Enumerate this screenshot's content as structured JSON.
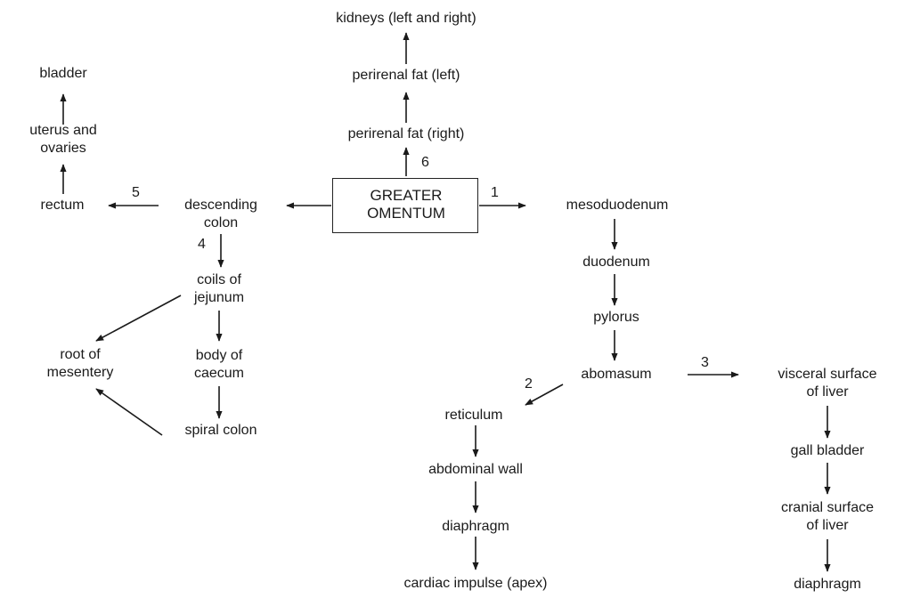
{
  "center": {
    "line1": "GREATER",
    "line2": "OMENTUM"
  },
  "nodes": {
    "kidneys": "kidneys (left and right)",
    "perirenal_left": "perirenal fat (left)",
    "perirenal_right": "perirenal fat (right)",
    "bladder": "bladder",
    "uterus_line1": "uterus and",
    "uterus_line2": "ovaries",
    "rectum": "rectum",
    "descending_line1": "descending",
    "descending_line2": "colon",
    "jejunum_line1": "coils of",
    "jejunum_line2": "jejunum",
    "caecum_line1": "body of",
    "caecum_line2": "caecum",
    "spiral_colon": "spiral colon",
    "mesentery_line1": "root of",
    "mesentery_line2": "mesentery",
    "mesoduodenum": "mesoduodenum",
    "duodenum": "duodenum",
    "pylorus": "pylorus",
    "abomasum": "abomasum",
    "reticulum": "reticulum",
    "abdominal_wall": "abdominal wall",
    "diaphragm_mid": "diaphragm",
    "cardiac_impulse": "cardiac impulse (apex)",
    "visceral_line1": "visceral surface",
    "visceral_line2": "of liver",
    "gall_bladder": "gall bladder",
    "cranial_line1": "cranial surface",
    "cranial_line2": "of liver",
    "diaphragm_right": "diaphragm"
  },
  "steps": {
    "s1": "1",
    "s2": "2",
    "s3": "3",
    "s4": "4",
    "s5": "5",
    "s6": "6"
  }
}
